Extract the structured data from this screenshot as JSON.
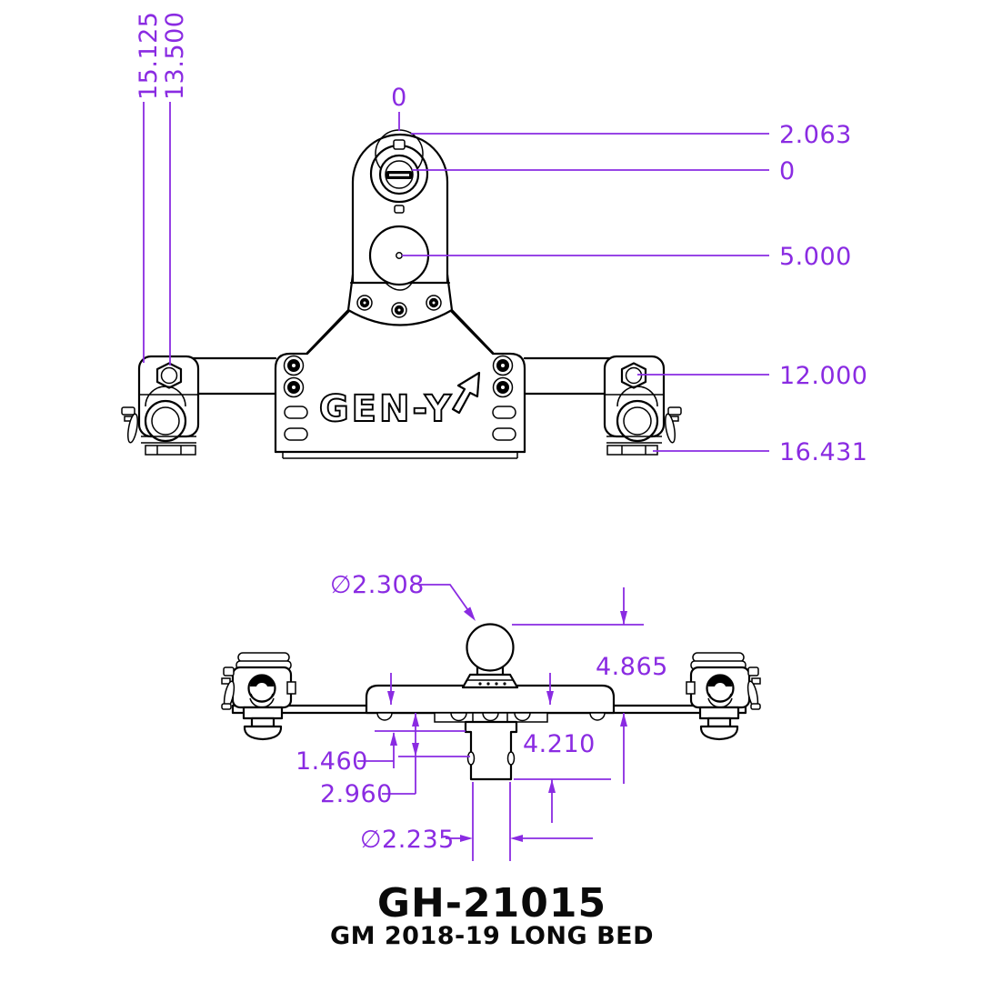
{
  "drawing": {
    "part_number": "GH-21015",
    "vehicle": "GM 2018-19 LONG BED",
    "logo_text": "GEN-Y",
    "accent_color": "#8a2be2",
    "line_color": "#000000"
  },
  "front_view": {
    "dims": {
      "left_height_outer": "15.125",
      "left_height_inner": "13.500",
      "top_zero": "0",
      "right_ball_top": "2.063",
      "right_zero": "0",
      "right_pivot": "5.000",
      "right_arm": "12.000",
      "right_bottom": "16.431"
    }
  },
  "side_view": {
    "dims": {
      "ball_diameter": "∅2.308",
      "overall_height": "4.865",
      "drop": "4.210",
      "step": "1.460",
      "pin_offset": "2.960",
      "shank_diameter": "∅2.235"
    }
  }
}
